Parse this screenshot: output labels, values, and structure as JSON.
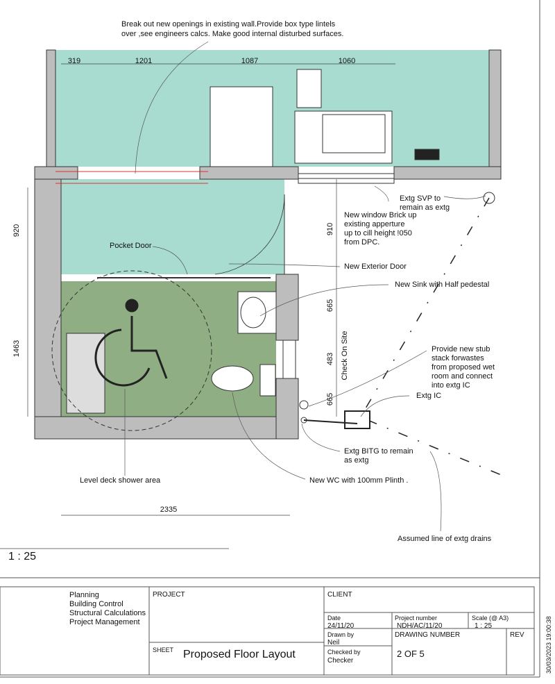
{
  "notes": {
    "openings_1": "Break out new openings in existing wall.Provide box type lintels",
    "openings_2": "over ,see engineers calcs. Make good internal disturbed surfaces.",
    "pocket_door": "Pocket Door",
    "svp_1": "Extg SVP to",
    "svp_2": "remain as extg",
    "window_1": "New window Brick up",
    "window_2": "existing apperture",
    "window_3": "up to cill height !050",
    "window_4": "from DPC.",
    "ext_door": "New Exterior Door",
    "sink": "New Sink with Half pedestal",
    "stub_1": "Provide new stub",
    "stub_2": "stack forwastes",
    "stub_3": "from proposed wet",
    "stub_4": "room and connect",
    "stub_5": "into extg IC",
    "ic": "Extg IC",
    "bitg_1": "Extg BITG to remain",
    "bitg_2": "as extg",
    "shower": "Level deck shower area",
    "wc": "New WC with 100mm Plinth .",
    "drains": "Assumed line of extg drains",
    "check": "Check On Site"
  },
  "dimensions": {
    "top": [
      "319",
      "1201",
      "1087",
      "1060"
    ],
    "left": [
      "920",
      "1463"
    ],
    "right": [
      "910",
      "665",
      "483",
      "665"
    ],
    "bottom": "2335"
  },
  "scale_label": "1 : 25",
  "title_block": {
    "services": [
      "Planning",
      "Building Control",
      "Structural Calculations",
      "Project Management"
    ],
    "project_label": "PROJECT",
    "client_label": "CLIENT",
    "date_label": "Date",
    "date": "24/11/20",
    "project_number_label": "Project number",
    "project_number": "NDH/AC/11/20",
    "scale_label": "Scale (@ A3)",
    "scale": "1 : 25",
    "drawn_by_label": "Drawn by",
    "drawn_by": "Neil",
    "drawing_number_label": "DRAWING NUMBER",
    "drawing_number": "2 OF 5",
    "rev_label": "REV",
    "checked_by_label": "Checked by",
    "checked_by": "Checker",
    "sheet_label": "SHEET",
    "sheet": "Proposed Floor Layout"
  },
  "timestamp": "30/03/2023 19:00:38",
  "colors": {
    "teal": "#a8dcd1",
    "green": "#8fae84",
    "wall": "#bdbdbd"
  }
}
